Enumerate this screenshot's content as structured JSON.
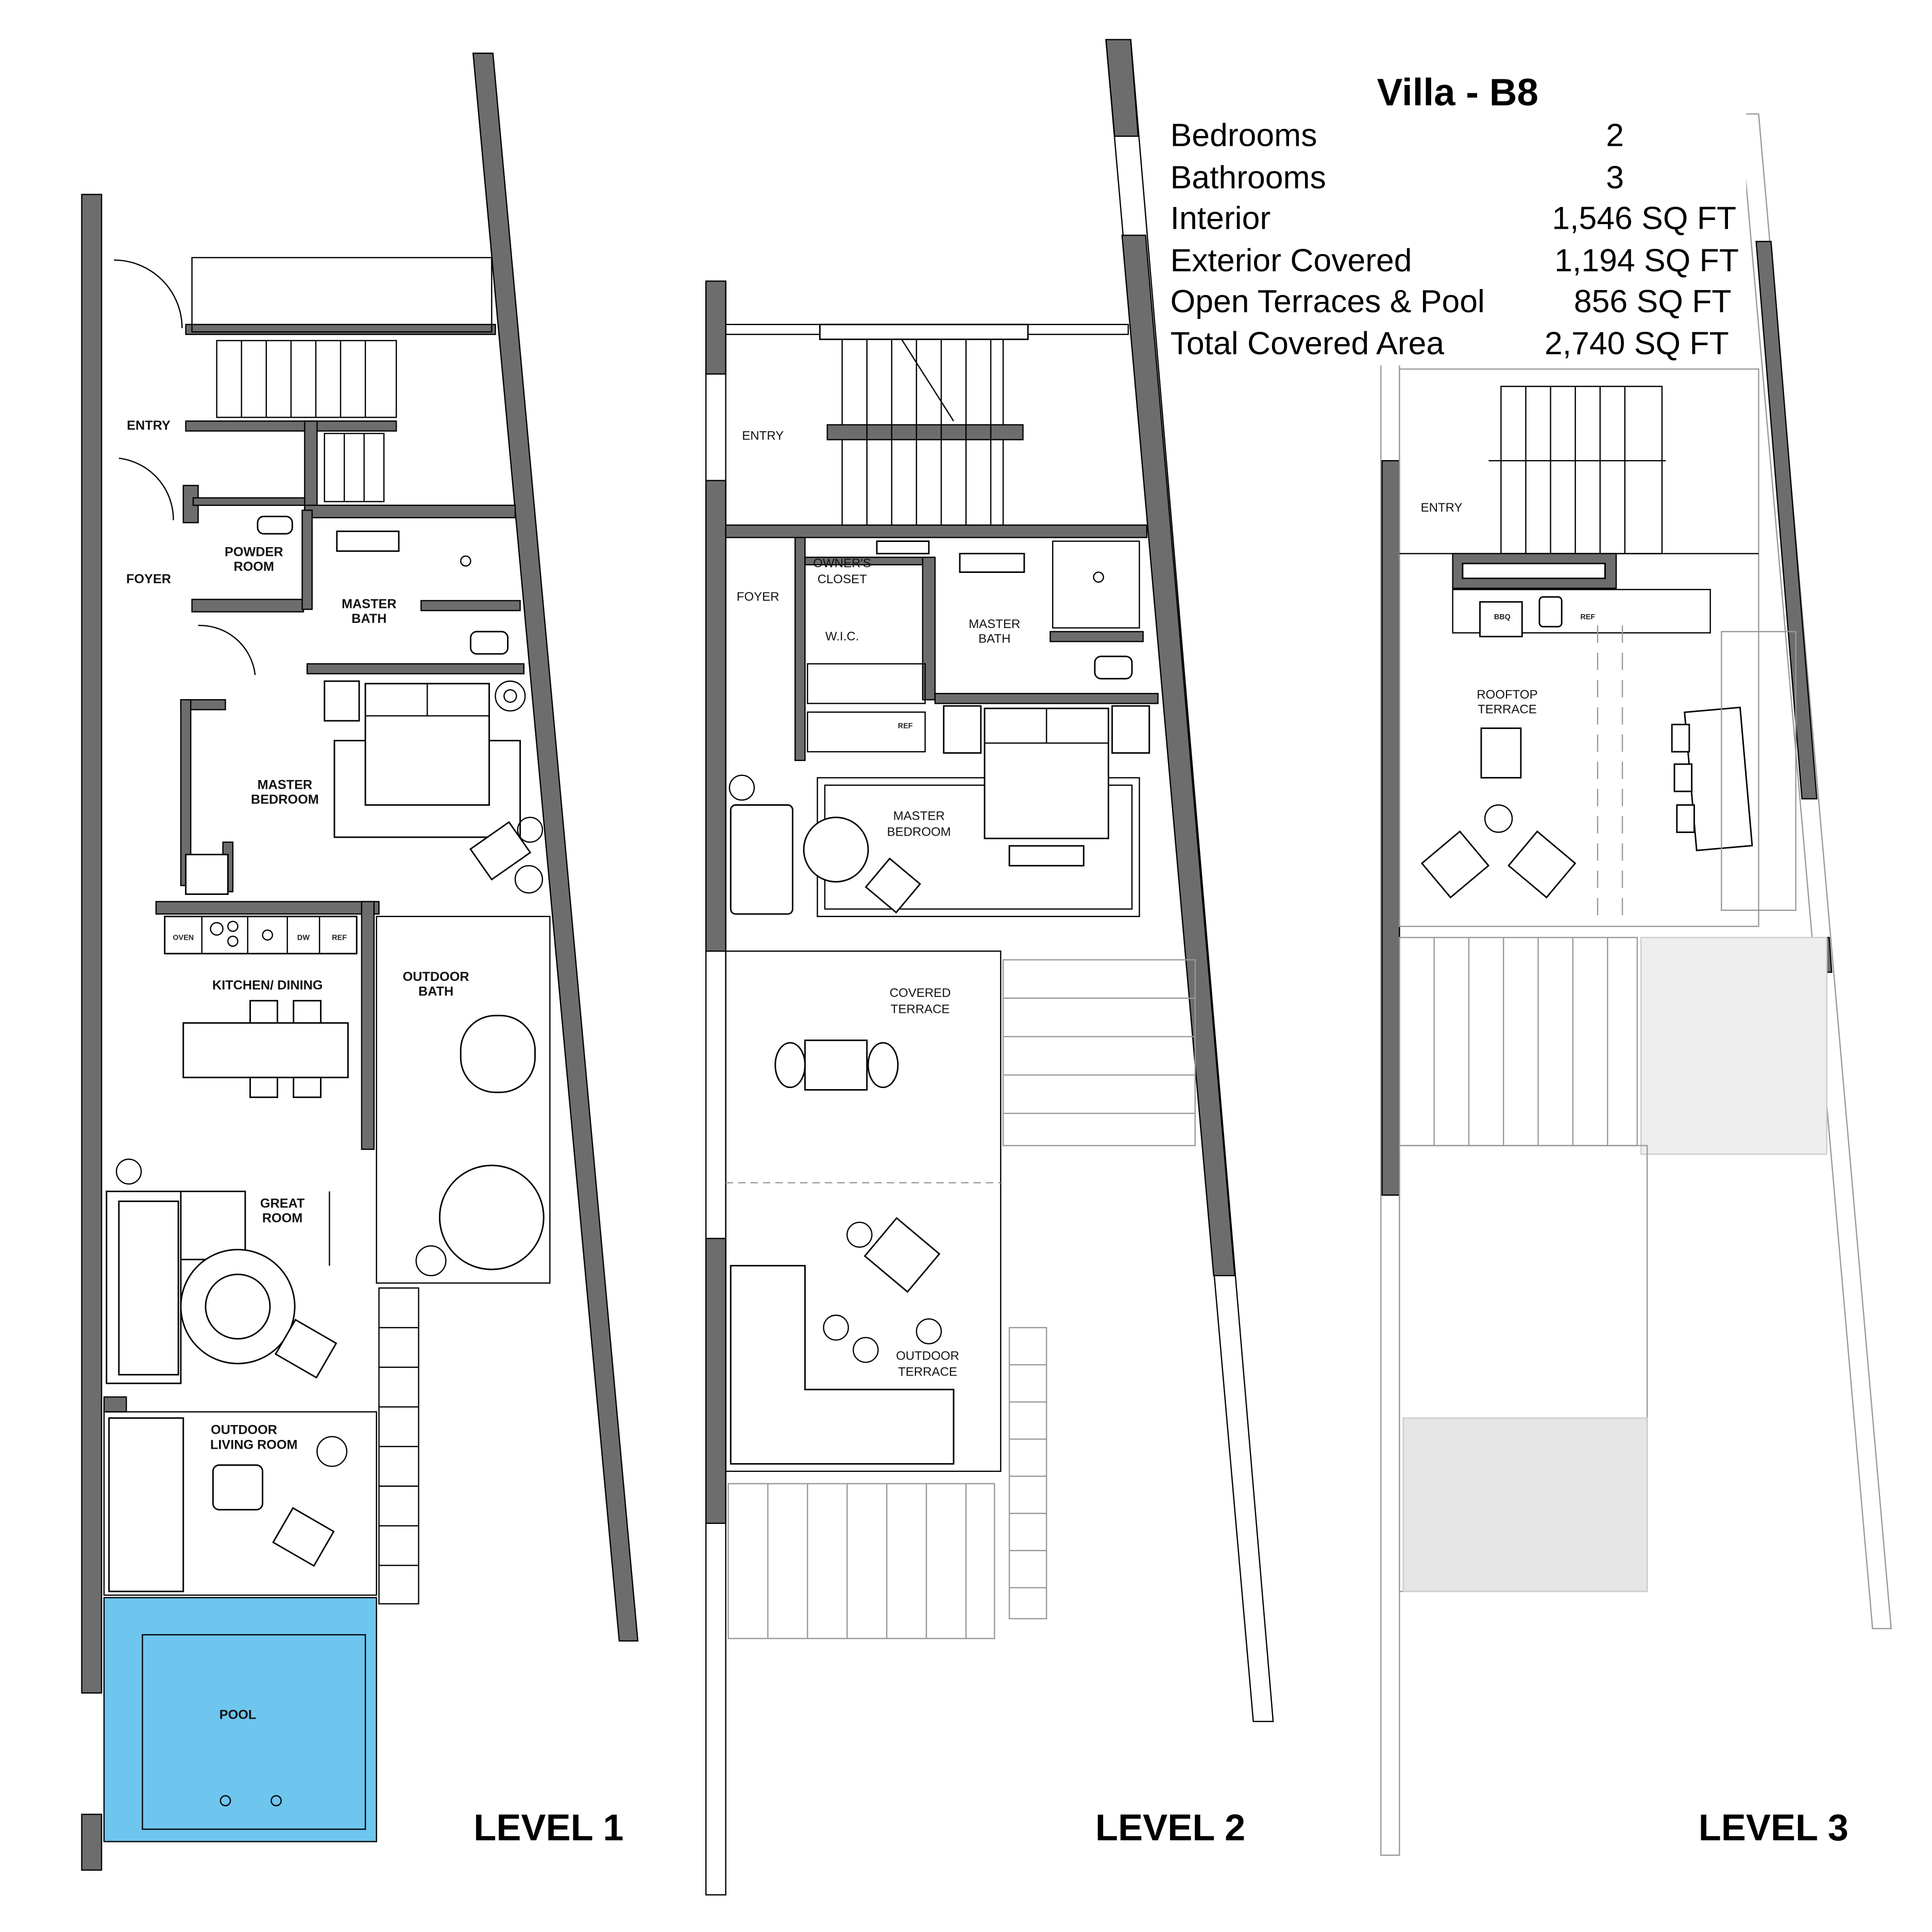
{
  "title": "Villa - B8",
  "stats": [
    {
      "label": "Bedrooms",
      "value": "2"
    },
    {
      "label": "Bathrooms",
      "value": "3"
    },
    {
      "label": "Interior",
      "value": "1,546 SQ FT"
    },
    {
      "label": "Exterior Covered",
      "value": "1,194 SQ FT"
    },
    {
      "label": "Open Terraces & Pool",
      "value": "856 SQ FT"
    },
    {
      "label": "Total Covered Area",
      "value": "2,740 SQ FT"
    }
  ],
  "colors": {
    "wall": "#6d6d6d",
    "pool": "#6ec6ee",
    "line": "#000000"
  },
  "level1": {
    "name": "LEVEL 1",
    "rooms": {
      "entry": "ENTRY",
      "foyer": "FOYER",
      "powder_1": "POWDER",
      "powder_2": "ROOM",
      "bath_1": "MASTER",
      "bath_2": "BATH",
      "bed_1": "MASTER",
      "bed_2": "BEDROOM",
      "kitchen": "KITCHEN/ DINING",
      "obath_1": "OUTDOOR",
      "obath_2": "BATH",
      "great_1": "GREAT",
      "great_2": "ROOM",
      "oliving_1": "OUTDOOR",
      "oliving_2": "LIVING ROOM",
      "pool": "POOL"
    },
    "appliances": {
      "oven": "OVEN",
      "dw": "DW",
      "ref": "REF"
    }
  },
  "level2": {
    "name": "LEVEL 2",
    "rooms": {
      "entry": "ENTRY",
      "foyer": "FOYER",
      "closet_1": "OWNER'S",
      "closet_2": "CLOSET",
      "wic": "W.I.C.",
      "bath_1": "MASTER",
      "bath_2": "BATH",
      "bed_1": "MASTER",
      "bed_2": "BEDROOM",
      "covered_1": "COVERED",
      "covered_2": "TERRACE",
      "outdoor_1": "OUTDOOR",
      "outdoor_2": "TERRACE"
    },
    "appliances": {
      "ref": "REF"
    }
  },
  "level3": {
    "name": "LEVEL 3",
    "rooms": {
      "entry": "ENTRY",
      "roof_1": "ROOFTOP",
      "roof_2": "TERRACE"
    },
    "appliances": {
      "bbq": "BBQ",
      "ref": "REF"
    }
  }
}
